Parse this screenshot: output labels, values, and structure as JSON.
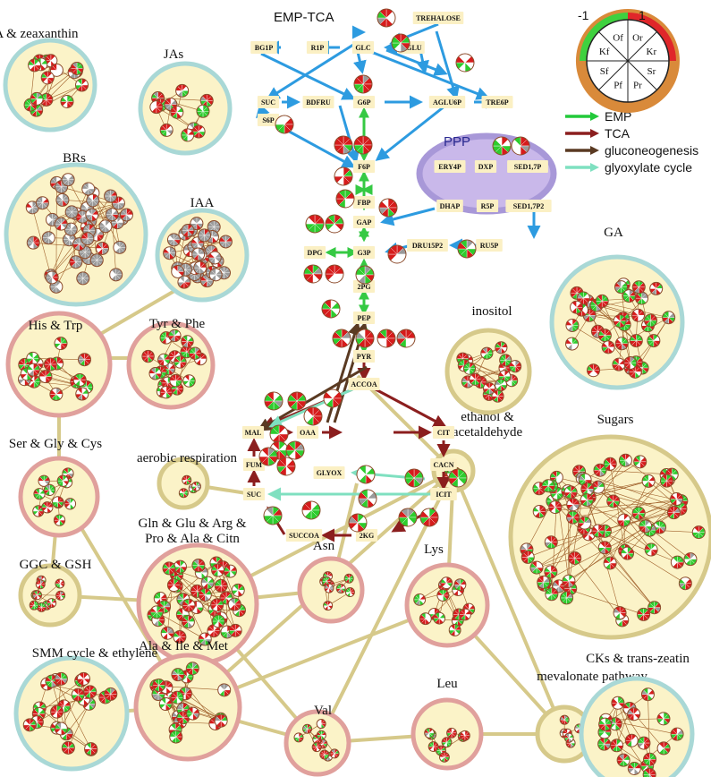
{
  "emp_tca_title": "EMP-TCA",
  "ppp_title": "PPP",
  "legend": [
    {
      "label": "EMP",
      "color": "#22c93a"
    },
    {
      "label": "TCA",
      "color": "#8b1e1e"
    },
    {
      "label": "gluconeogenesis",
      "color": "#5a3a22"
    },
    {
      "label": "glyoxylate cycle",
      "color": "#7fe0c0"
    }
  ],
  "key": {
    "neg_label": "-1",
    "pos_label": "1",
    "sectors": [
      "Of",
      "Or",
      "Kr",
      "Sr",
      "Pr",
      "Pf",
      "Sf",
      "Kf"
    ]
  },
  "colors": {
    "up": "#d61c1c",
    "down": "#2ecc2e",
    "ns": "#ffffff",
    "absent": "#9a9a9a",
    "cluster_fill": "#fbf3c8",
    "ring_blue": "#a9d8d6",
    "ring_pink": "#e0a09c",
    "ring_tan": "#d6c98a",
    "edge_tan": "#d6c98a",
    "emp_arrow": "#35c943",
    "blue_arrow": "#2d9be0",
    "tca_arrow": "#8b1e1e",
    "gluco_arrow": "#5a3a22",
    "glyox_arrow": "#7fe0c0",
    "node_fill": "#fbf0c4",
    "ppp_fill": "#c9b8ea",
    "ppp_ring": "#a898d8",
    "key_orange": "#d98a3a"
  },
  "clusters": [
    {
      "id": "aba",
      "label": "ABA & zeaxanthin"
    },
    {
      "id": "jas",
      "label": "JAs"
    },
    {
      "id": "brs",
      "label": "BRs"
    },
    {
      "id": "iaa",
      "label": "IAA"
    },
    {
      "id": "histrp",
      "label": "His & Trp"
    },
    {
      "id": "tyrphe",
      "label": "Tyr & Phe"
    },
    {
      "id": "sergly",
      "label": "Ser & Gly & Cys"
    },
    {
      "id": "aerobic",
      "label": "aerobic respiration"
    },
    {
      "id": "gln",
      "label": "Gln & Glu & Arg & Pro & Ala & Citn"
    },
    {
      "id": "ggc",
      "label": "GGC & GSH"
    },
    {
      "id": "smm",
      "label": "SMM cycle & ethylene"
    },
    {
      "id": "alaile",
      "label": "Ala & Ile & Met"
    },
    {
      "id": "asn",
      "label": "Asn"
    },
    {
      "id": "val",
      "label": "Val"
    },
    {
      "id": "lys",
      "label": "Lys"
    },
    {
      "id": "leu",
      "label": "Leu"
    },
    {
      "id": "mev",
      "label": "mevalonate pathway"
    },
    {
      "id": "cks",
      "label": "CKs & trans-zeatin"
    },
    {
      "id": "ethanol",
      "label": "ethanol & acetaldehyde"
    },
    {
      "id": "inositol",
      "label": "inositol"
    },
    {
      "id": "ga",
      "label": "GA"
    },
    {
      "id": "sugars",
      "label": "Sugars"
    }
  ],
  "metabolites": {
    "trehalose": "TREHALOSE",
    "bg1p": "BG1P",
    "r1p": "R1P",
    "glc": "GLC",
    "aglu": "AGLU",
    "suc_top": "SUC",
    "bdfru": "BDFRU",
    "g6p": "G6P",
    "aglu6p": "AGLU6P",
    "tre6p": "TRE6P",
    "s6p": "S6P",
    "f6p": "F6P",
    "fbp": "FBP",
    "gap": "GAP",
    "g3p": "G3P",
    "dpg": "DPG",
    "pg2": "2PG",
    "pep": "PEP",
    "pyr": "PYR",
    "accoa": "ACCOA",
    "mal": "MAL",
    "oaa": "OAA",
    "cit": "CIT",
    "cacn": "CACN",
    "fum": "FUM",
    "glyox": "GLYOX",
    "suc": "SUC",
    "icit": "ICIT",
    "succoa": "SUCCOA",
    "kg2": "2KG",
    "ery4p": "ERY4P",
    "dxp": "DXP",
    "sed17p": "SED1,7P",
    "dhap": "DHAP",
    "r5p": "R5P",
    "sed17p2": "SED1,7P2",
    "dru15p2": "DRU15P2",
    "ru5p": "RU5P"
  }
}
